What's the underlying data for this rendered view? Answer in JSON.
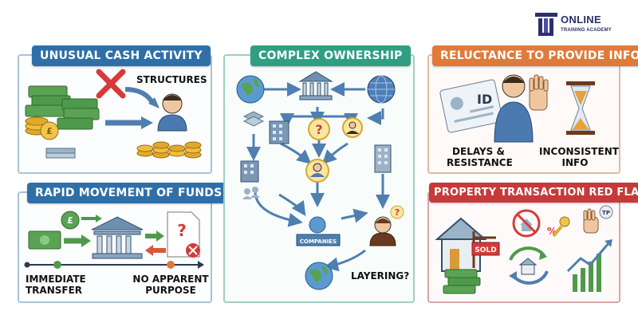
{
  "brand": {
    "name": "ONLINE",
    "sub": "TRAINING ACADEMY"
  },
  "colors": {
    "blue_badge": "#2f6fa8",
    "green_badge": "#2f9f82",
    "orange_badge": "#e07a3a",
    "red_badge": "#c63a3a",
    "money_green": "#4f9a4a",
    "bank_blue": "#4f7fb0"
  },
  "panels": {
    "unusual_cash": {
      "title": "UNUSUAL CASH ACTIVITY",
      "label": "STRUCTURES"
    },
    "rapid_movement": {
      "title": "RAPID MOVEMENT OF FUNDS",
      "left_label": "IMMEDIATE TRANSFER",
      "right_label": "NO APPARENT PURPOSE"
    },
    "complex_ownership": {
      "title": "COMPLEX OWNERSHIP",
      "companies": "COMPANIES",
      "layering": "LAYERING?"
    },
    "reluctance": {
      "title": "RELUCTANCE TO PROVIDE INFO",
      "id_text": "ID",
      "left_label": "DELAYS & RESISTANCE",
      "right_label": "INCONSISTENT INFO"
    },
    "property": {
      "title": "PROPERTY TRANSACTION RED FLAGS",
      "sold": "SOLD",
      "percent": "%",
      "tp": "TP"
    }
  },
  "icons": [
    "money-stack-icon",
    "gold-coin-icon",
    "red-x-icon",
    "person-icon",
    "bank-icon",
    "globe-icon",
    "building-icon",
    "question-icon",
    "document-icon",
    "hand-stop-icon",
    "hourglass-icon",
    "house-icon",
    "key-icon",
    "growth-chart-icon",
    "cycle-arrows-icon"
  ]
}
